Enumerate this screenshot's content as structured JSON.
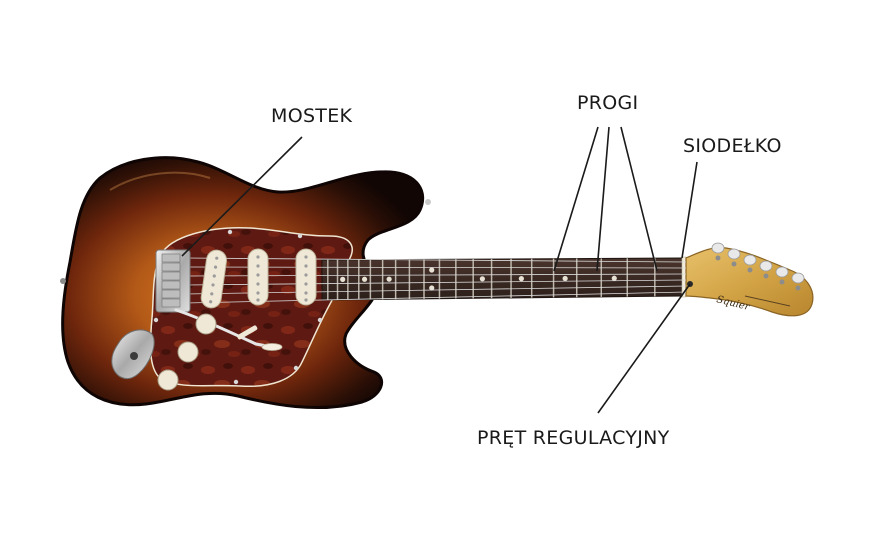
{
  "labels": {
    "bridge": "MOSTEK",
    "frets": "PROGI",
    "nut": "SIODEŁKO",
    "truss_rod": "PRĘT REGULACYJNY"
  },
  "headstock_logo": "Squier",
  "colors": {
    "background": "#ffffff",
    "label_text": "#1a1a1a",
    "leader_line": "#1a1a1a",
    "body_sunburst_center": "#c46a1c",
    "body_sunburst_mid": "#7a2d0e",
    "body_sunburst_edge": "#1a0a05",
    "pickguard_tortoise": "#6b1e14",
    "fretboard_rosewood": "#3b2a24",
    "headstock_maple": "#d9ad4e",
    "pickup_cream": "#efe8d6",
    "chrome": "#c9c9c9"
  }
}
